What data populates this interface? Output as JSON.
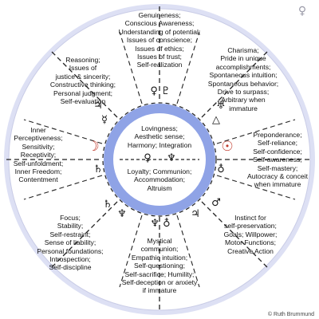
{
  "segments": {
    "top": [
      "Genuineness;",
      "Conscious Awareness;",
      "Understanding of potential;",
      "Issues of conscience;",
      "Issues of ethics;",
      "Issues of trust;",
      "Self-realization"
    ],
    "upper_right": [
      "Charisma;",
      "Pride in unique",
      "accomplishments;",
      "Spontaneous intuition;",
      "Spontaneous behavior;",
      "Drive to surpass;",
      "Arbitrary when",
      "immature"
    ],
    "right": [
      "Preponderance;",
      "Self-reliance;",
      "Self-confidence;",
      "Self-awareness;",
      "Self-mastery;",
      "Autocracy & conceit",
      "when immature"
    ],
    "lower_right": [
      "Instinct for",
      "self-preservation;",
      "Goals; Willpower;",
      "Motor Functions;",
      "Creative Action"
    ],
    "bottom": [
      "Mystical",
      "communion;",
      "Empathic intuition;",
      "Self-questioning;",
      "Self-sacrifice; Humility;",
      "Self-deception or anxiety",
      "if immature"
    ],
    "lower_left": [
      "Focus;",
      "Stability;",
      "Self-restraint;",
      "Sense of liability;",
      "Personal foundations;",
      "Introspection;",
      "Self-discipline"
    ],
    "left": [
      "Inner",
      "Perceptiveness;",
      "Sensitivity;",
      "Receptivity;",
      "Self-unfoldment;",
      "Inner Freedom;",
      "Contentment"
    ],
    "upper_left": [
      "Reasoning;",
      "Issues of",
      "justice & sincerity;",
      "Constructive thinking;",
      "Personal judgment;",
      "Self-evaluation"
    ]
  },
  "center": {
    "top": [
      "Lovingness;",
      "Aesthetic sense;",
      "Harmony; Integration"
    ],
    "bottom": [
      "Loyalty; Communion;",
      "Accommodation;",
      "Altruism"
    ]
  },
  "symbols": {
    "top": "♀ ♇",
    "upper_left": "♃",
    "upper_left_inner": "☿",
    "upper_right": "♅",
    "upper_right_inner": "△",
    "left": "☽",
    "left_inner": "♄",
    "right": "☉",
    "right_inner": "♁",
    "lower_left": "♄",
    "lower_left_inner": "♆",
    "bottom": "♆ ♁",
    "lower_right": "♂",
    "lower_right_inner": "♃",
    "center_left": "♀",
    "center_right": "♆",
    "corner": "♀"
  },
  "credit": "© Ruth Brummund",
  "colors": {
    "ring_outer": "#d6d8f0",
    "ring_inner": "#8fa3e6",
    "line": "#222222",
    "background": "#ffffff"
  }
}
